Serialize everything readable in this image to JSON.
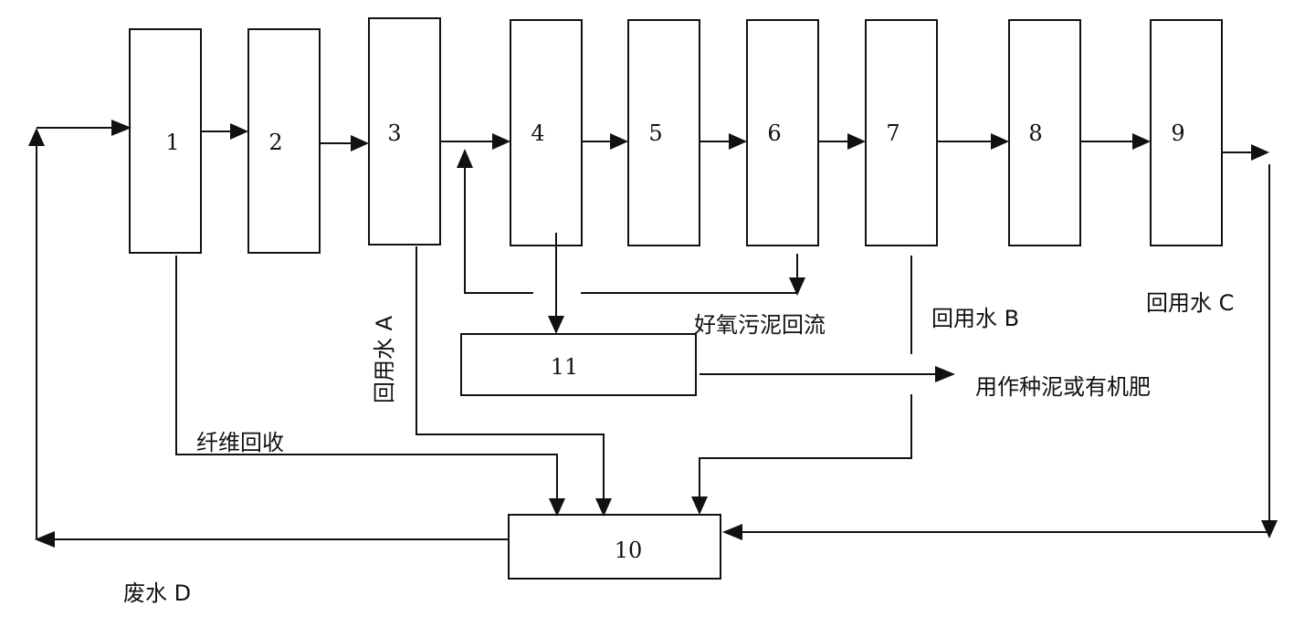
{
  "boxes": [
    {
      "id": "1",
      "label": "1"
    },
    {
      "id": "2",
      "label": "2"
    },
    {
      "id": "3",
      "label": "3"
    },
    {
      "id": "4",
      "label": "4"
    },
    {
      "id": "5",
      "label": "5"
    },
    {
      "id": "6",
      "label": "6"
    },
    {
      "id": "7",
      "label": "7"
    },
    {
      "id": "8",
      "label": "8"
    },
    {
      "id": "9",
      "label": "9"
    },
    {
      "id": "10",
      "label": "10"
    },
    {
      "id": "11",
      "label": "11"
    }
  ],
  "labels": {
    "reuse_water_a": "回用水 A",
    "reuse_water_b": "回用水 B",
    "reuse_water_c": "回用水 C",
    "aerobic_sludge_return": "好氧污泥回流",
    "seed_sludge_or_fertilizer": "用作种泥或有机肥",
    "fiber_recovery": "纤维回收",
    "wastewater_d": "废水 D"
  },
  "colors": {
    "ink": "#111111",
    "background": "#ffffff"
  }
}
